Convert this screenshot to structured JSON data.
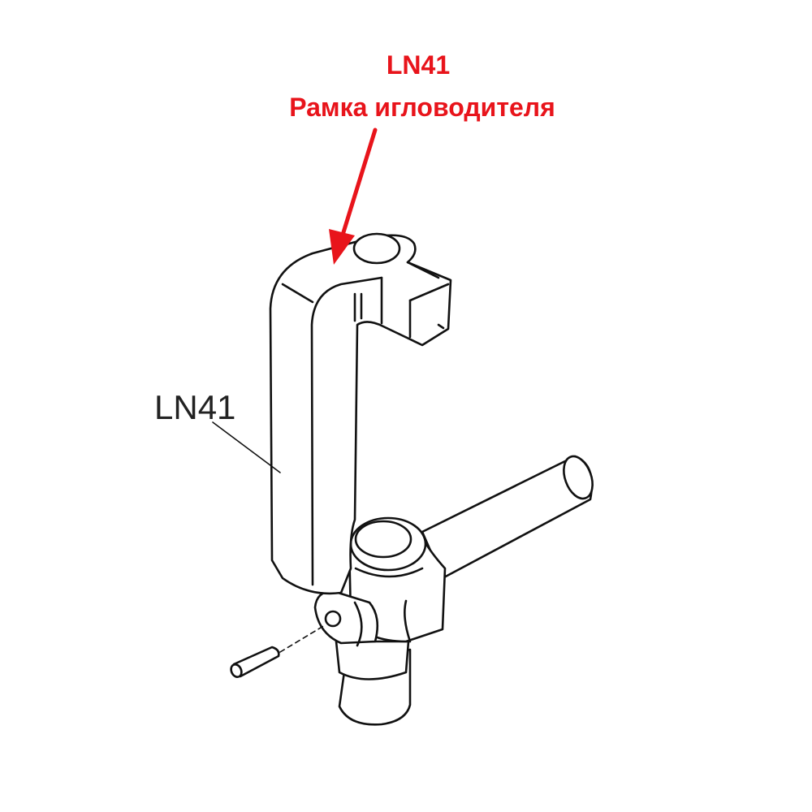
{
  "header": {
    "part_code": "LN41",
    "part_name": "Рамка игловодителя",
    "accent_color": "#e8141b"
  },
  "diagram": {
    "callout_label": "LN41"
  }
}
